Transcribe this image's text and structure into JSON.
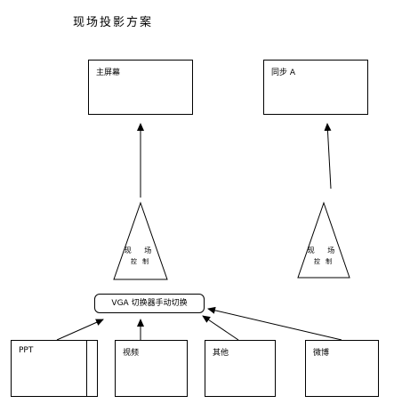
{
  "title": "现场投影方案",
  "screens": {
    "main": "主屏幕",
    "sync": "同步 A"
  },
  "control_nodes": {
    "left": {
      "line1": "现 场",
      "line2": "控 制"
    },
    "right": {
      "line1": "现 场",
      "line2": "控 制"
    }
  },
  "switcher": "VGA 切换器手动切换",
  "sources": {
    "ppt": "PPT",
    "video": "视频",
    "other": "其他",
    "weibo": "微博"
  }
}
